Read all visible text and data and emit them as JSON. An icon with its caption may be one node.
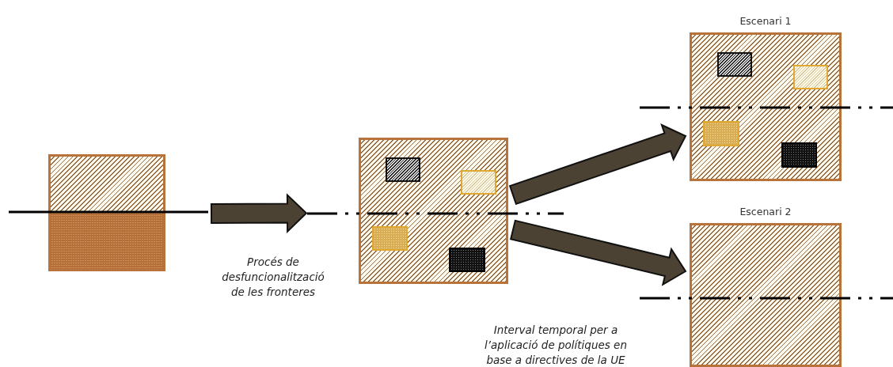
{
  "diagram": {
    "nodes": [
      {
        "text": [],
        "shape": "box"
      },
      {
        "text": [],
        "shape": "box"
      },
      {
        "text": [],
        "shape": "box",
        "in": 1
      },
      {
        "text": [],
        "shape": "box",
        "in": 1
      },
      {
        "text": [],
        "shape": "box",
        "in": 1
      },
      {
        "text": [],
        "shape": "box",
        "in": 1
      },
      {
        "text": [
          "Escenari 1"
        ]
      },
      {
        "text": [],
        "shape": "box",
        "in": 6
      },
      {
        "text": [],
        "shape": "box",
        "in": 6
      },
      {
        "text": [],
        "shape": "box",
        "in": 6
      },
      {
        "text": [],
        "shape": "box",
        "in": 6
      },
      {
        "text": [
          "Escenari 2"
        ]
      }
    ],
    "edges": [
      {
        "from": 0,
        "to": 1,
        "arrow": "to"
      },
      {
        "from": 1,
        "to": 6,
        "arrow": "to"
      },
      {
        "from": 1,
        "to": 11,
        "arrow": "to"
      }
    ],
    "labels": [
      "Procés de desfuncionalització de les fronteres",
      "Interval temporal per a l’aplicació de polítiques en base a directives de la UE"
    ]
  }
}
